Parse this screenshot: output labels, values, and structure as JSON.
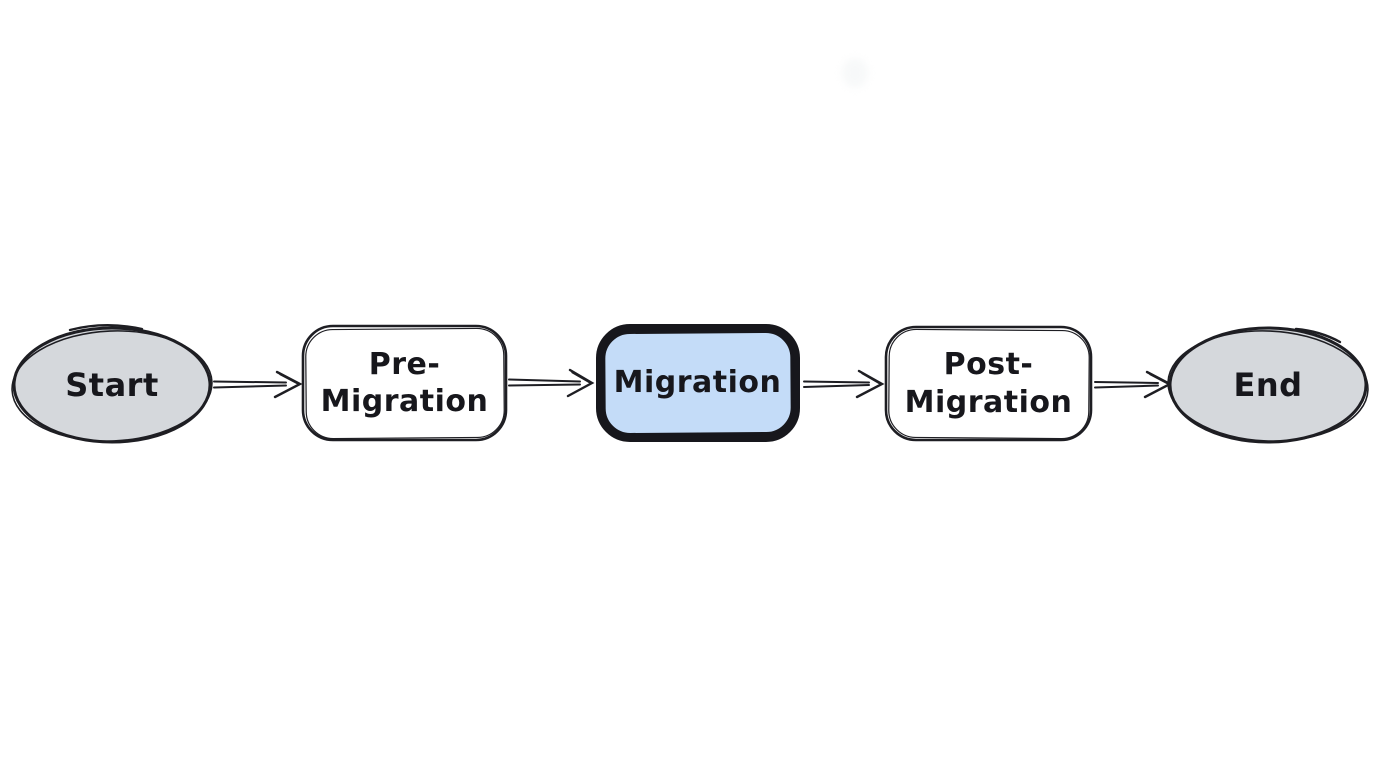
{
  "diagram": {
    "type": "flowchart",
    "style": "hand-drawn-sketch",
    "background": "#ffffff",
    "nodes": [
      {
        "id": "start",
        "label": "Start",
        "shape": "ellipse",
        "fill": "#d5d8dc",
        "border": "thin",
        "role": "terminator"
      },
      {
        "id": "pre-migration",
        "label": "Pre-\nMigration",
        "shape": "rounded-rect",
        "fill": "#ffffff",
        "border": "thin",
        "role": "process"
      },
      {
        "id": "migration",
        "label": "Migration",
        "shape": "rounded-rect",
        "fill": "#c4dcf8",
        "border": "thick",
        "role": "process-highlighted"
      },
      {
        "id": "post-migration",
        "label": "Post-\nMigration",
        "shape": "rounded-rect",
        "fill": "#ffffff",
        "border": "thin",
        "role": "process"
      },
      {
        "id": "end",
        "label": "End",
        "shape": "ellipse",
        "fill": "#d5d8dc",
        "border": "thin",
        "role": "terminator"
      }
    ],
    "edges": [
      {
        "from": "start",
        "to": "pre-migration",
        "style": "double-line-arrow"
      },
      {
        "from": "pre-migration",
        "to": "migration",
        "style": "double-line-arrow"
      },
      {
        "from": "migration",
        "to": "post-migration",
        "style": "double-line-arrow"
      },
      {
        "from": "post-migration",
        "to": "end",
        "style": "double-line-arrow"
      }
    ],
    "colors": {
      "stroke": "#1e1e23",
      "node_gray": "#d5d8dc",
      "highlight_blue": "#c4dcf8",
      "text": "#17171c",
      "background": "#ffffff"
    }
  }
}
